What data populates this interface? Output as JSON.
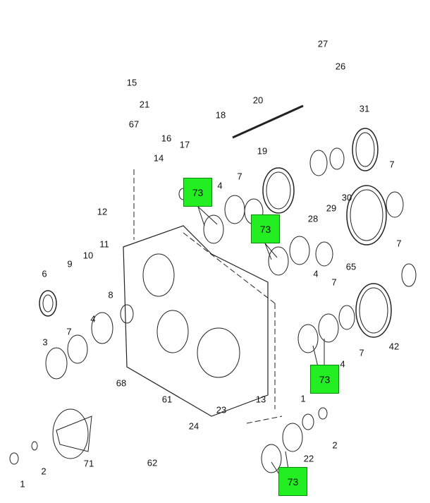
{
  "diagram": {
    "labels": [
      "27",
      "26",
      "15",
      "21",
      "20",
      "31",
      "18",
      "67",
      "16",
      "17",
      "19",
      "14",
      "7",
      "4",
      "7",
      "28",
      "29",
      "30",
      "12",
      "7",
      "65",
      "11",
      "10",
      "9",
      "6",
      "4",
      "7",
      "8",
      "4",
      "7",
      "3",
      "42",
      "7",
      "4",
      "68",
      "61",
      "13",
      "23",
      "1",
      "24",
      "2",
      "22",
      "71",
      "62",
      "2",
      "1"
    ],
    "callouts": [
      "73",
      "73",
      "73",
      "73"
    ],
    "callout_color": "#22ee22"
  }
}
